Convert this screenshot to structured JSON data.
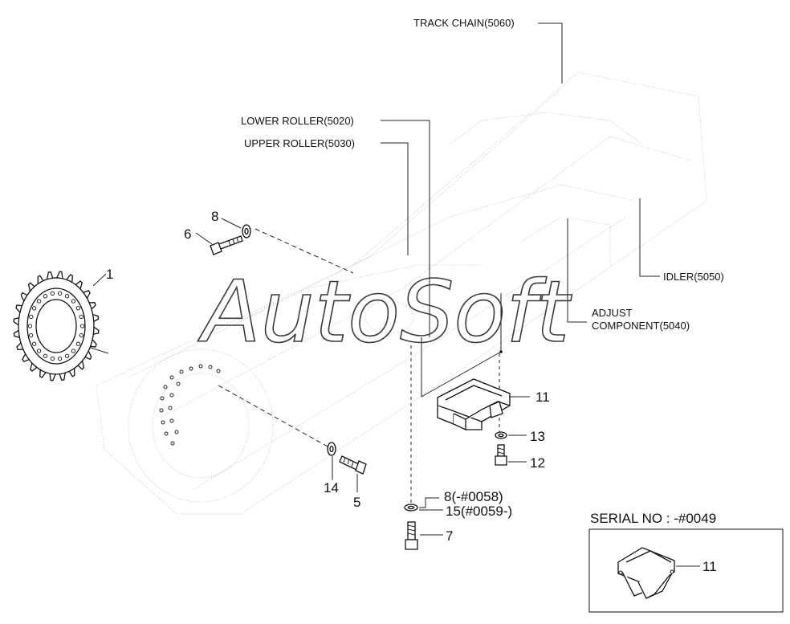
{
  "labels": {
    "track_chain": "TRACK CHAIN(5060)",
    "lower_roller": "LOWER ROLLER(5020)",
    "upper_roller": "UPPER ROLLER(5030)",
    "idler": "IDLER(5050)",
    "adjust_line1": "ADJUST",
    "adjust_line2": "COMPONENT(5040)"
  },
  "callouts": {
    "p1": "1",
    "p5": "5",
    "p6": "6",
    "p7": "7",
    "p8": "8",
    "p8_serial": "8(-#0058)",
    "p11": "11",
    "p12": "12",
    "p13": "13",
    "p14": "14",
    "p15_serial": "15(#0059-)"
  },
  "inset": {
    "title": "SERIAL NO : -#0049",
    "part": "11"
  },
  "watermark": "AutoSoft"
}
